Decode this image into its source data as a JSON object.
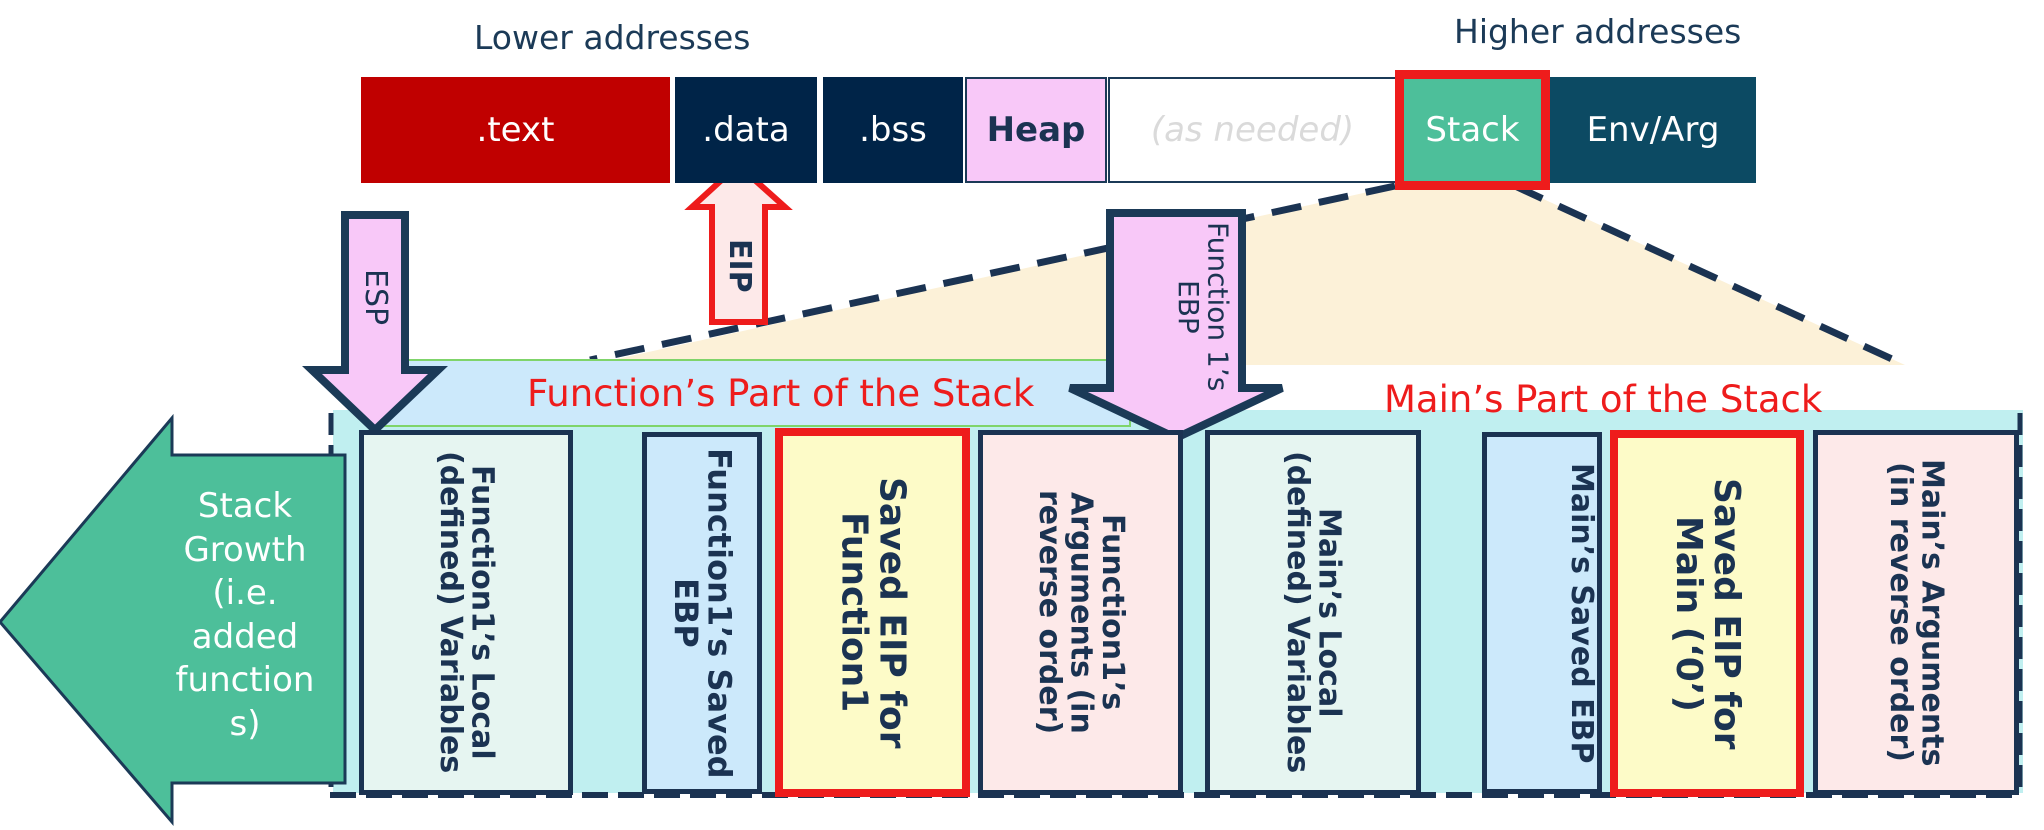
{
  "labels": {
    "lower": "Lower addresses",
    "higher": "Higher addresses",
    "function_part": "Function’s Part of the Stack",
    "main_part": "Main’s Part of the Stack",
    "growth": "Stack Growth (i.e. added function s)",
    "esp": "ESP",
    "eip": "EIP",
    "function_ebp": "Function 1’s EBP"
  },
  "memory_segments": [
    {
      "label": ".text",
      "color": "#c00000"
    },
    {
      "label": ".data",
      "color": "#002448"
    },
    {
      "label": ".bss",
      "color": "#002448"
    },
    {
      "label": "Heap",
      "color": "#f8c8f8"
    },
    {
      "label": "(as needed)",
      "color": "#ffffff"
    },
    {
      "label": "Stack",
      "color": "#4dbf9a"
    },
    {
      "label": "Env/Arg",
      "color": "#0c4a63"
    }
  ],
  "frames": [
    {
      "label": "Function1’s Local (defined) Variables",
      "color": "#e6f5f1"
    },
    {
      "label": "Function1’s Saved EBP",
      "color": "#cce9fb"
    },
    {
      "label": "Saved EIP for Function1",
      "color": "#fdfbc8"
    },
    {
      "label": "Function1’s Arguments (in reverse order)",
      "color": "#fde9e9"
    },
    {
      "label": "Main’s Local (defined) Variables",
      "color": "#e6f5f1"
    },
    {
      "label": "Main’s Saved EBP",
      "color": "#cce9fb"
    },
    {
      "label": "Saved EIP for Main (‘0’)",
      "color": "#fdfbc8"
    },
    {
      "label": "Main’s Arguments (in reverse order)",
      "color": "#fde9e9"
    }
  ],
  "colors": {
    "growth_arrow": "#4dbf9a",
    "pointer_fill": "#f8c8f8",
    "pointer_border": "#1b3a57",
    "eip_fill": "#fde9e9",
    "highlight": "#ee1c1c",
    "expand_fill": "#fcf1d8",
    "band_fill": "#c0eff0"
  }
}
